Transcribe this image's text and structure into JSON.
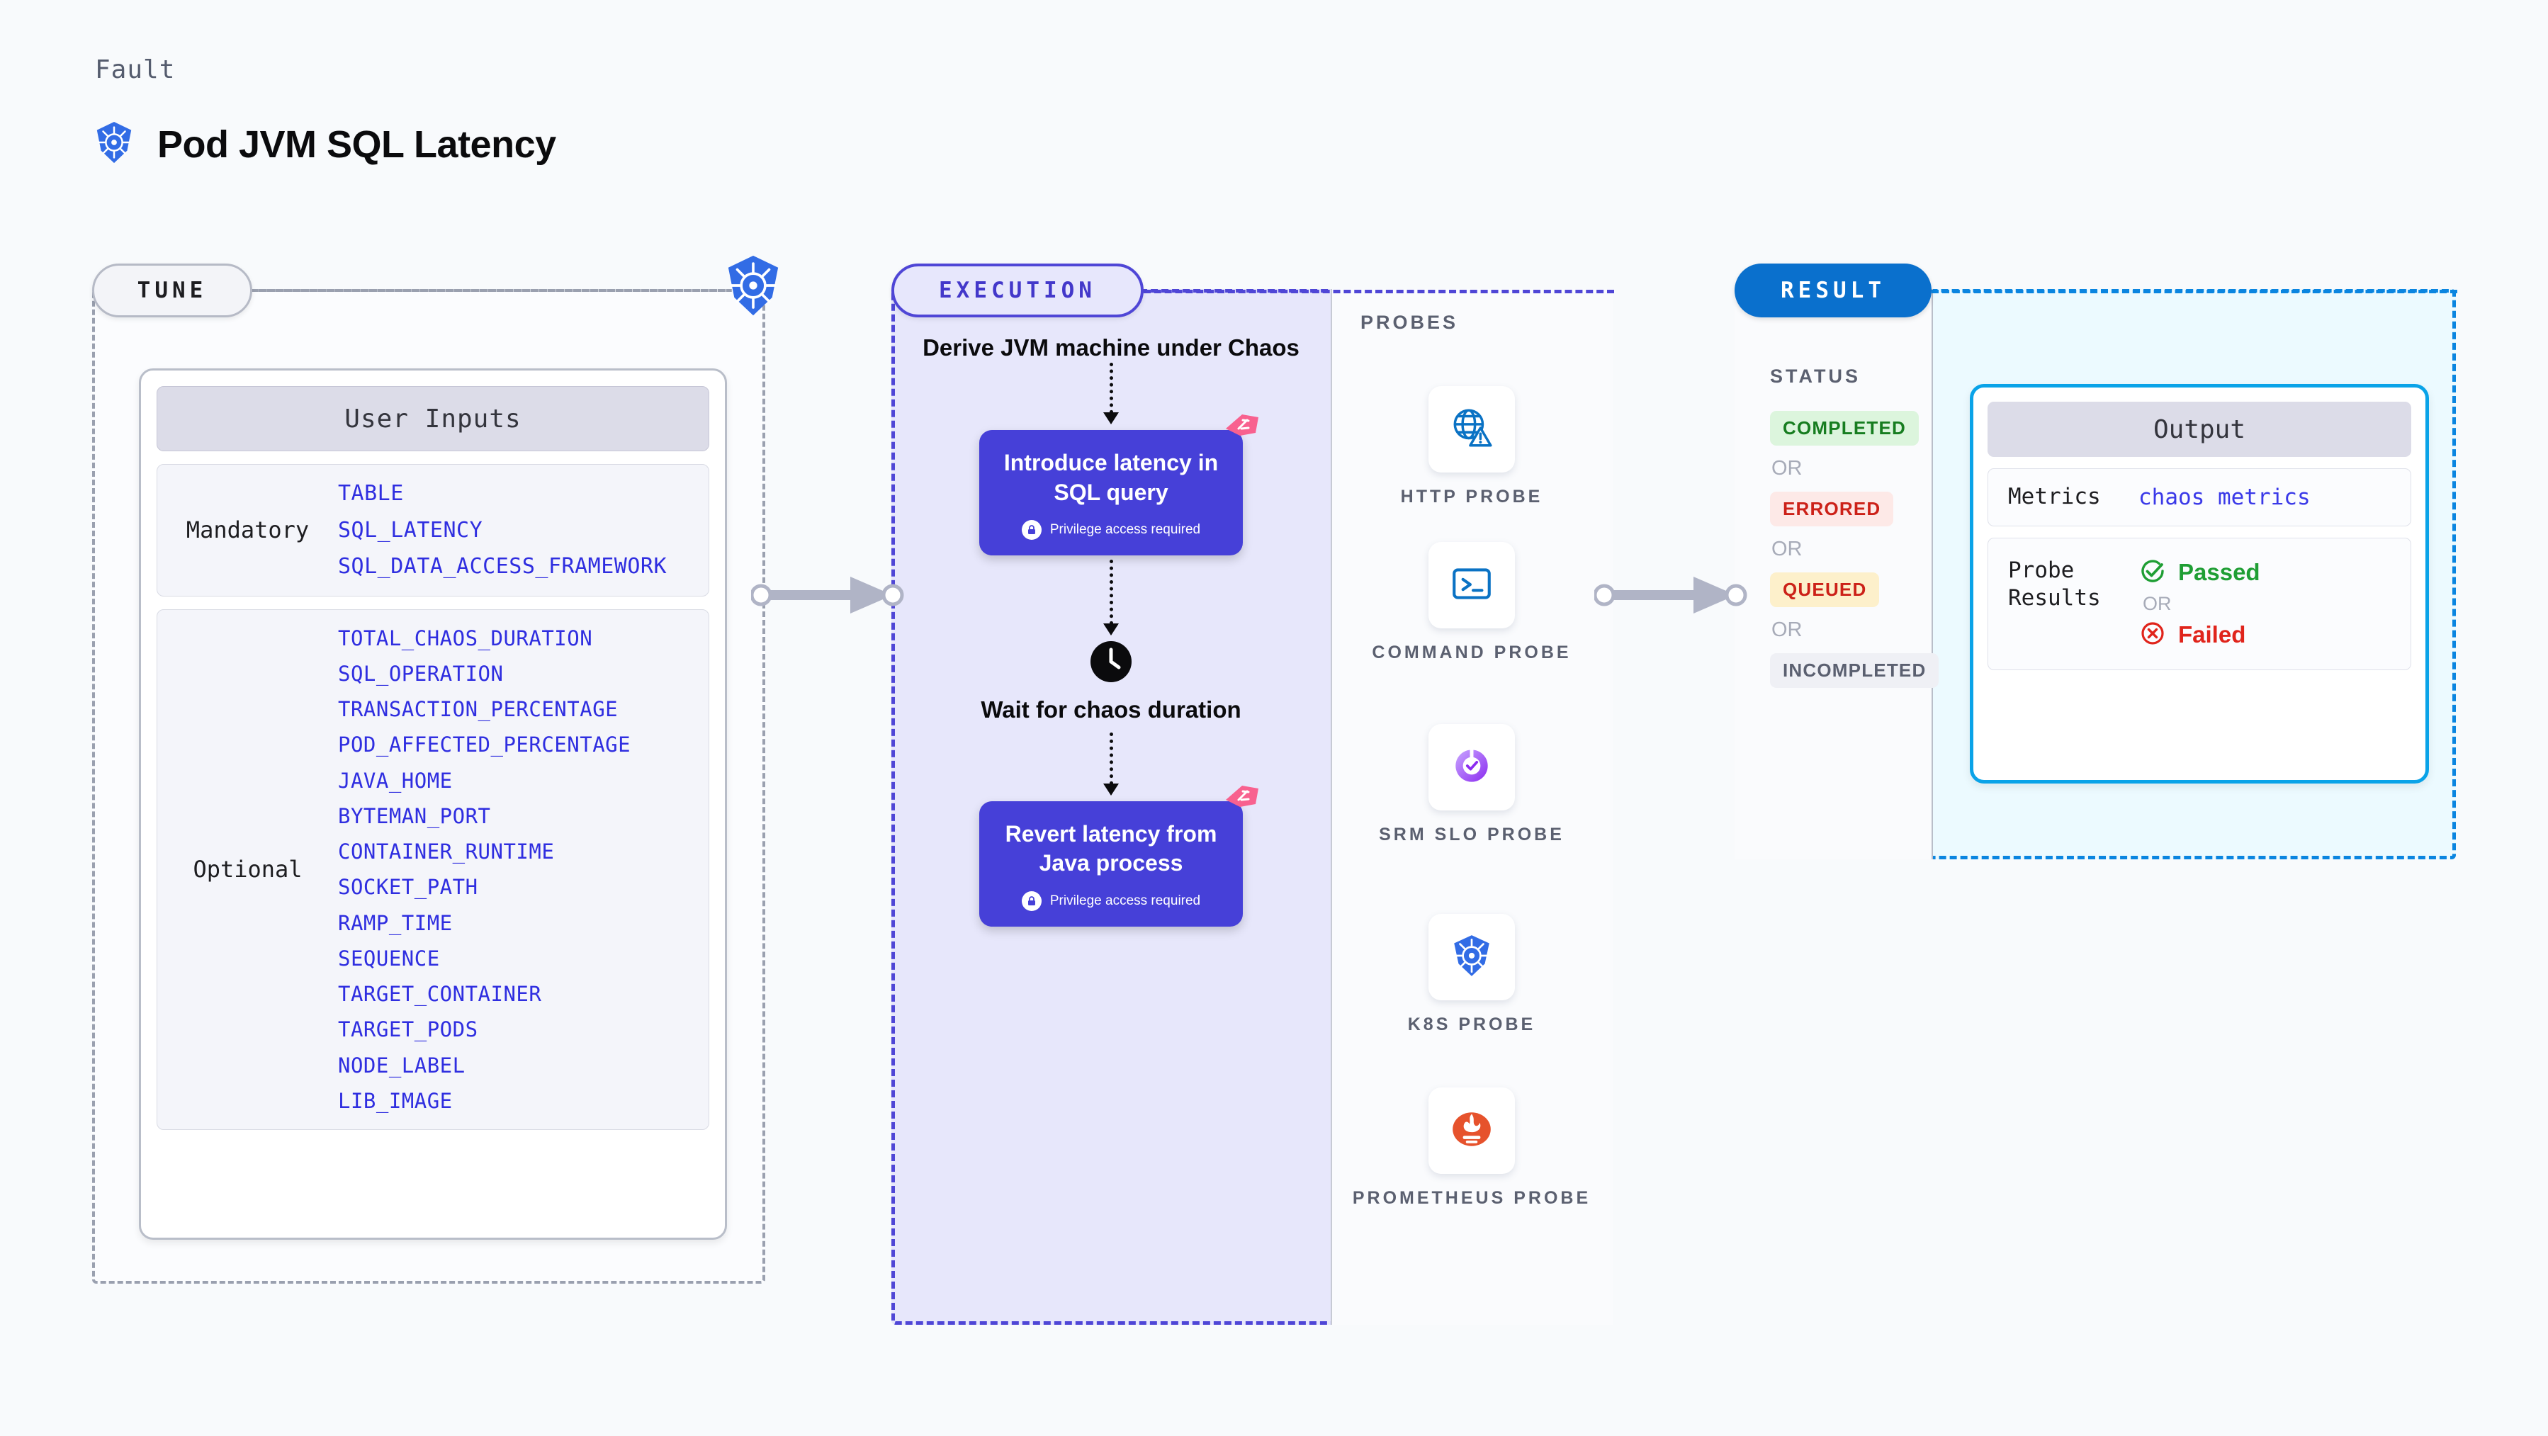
{
  "header": {
    "kicker": "Fault",
    "title": "Pod JVM SQL Latency",
    "icon": "kubernetes-icon"
  },
  "tune": {
    "tag": "TUNE",
    "card_title": "User Inputs",
    "groups": [
      {
        "label": "Mandatory",
        "params": [
          "TABLE",
          "SQL_LATENCY",
          "SQL_DATA_ACCESS_FRAMEWORK"
        ]
      },
      {
        "label": "Optional",
        "params": [
          "TOTAL_CHAOS_DURATION",
          "SQL_OPERATION",
          "TRANSACTION_PERCENTAGE",
          "POD_AFFECTED_PERCENTAGE",
          "JAVA_HOME",
          "BYTEMAN_PORT",
          "CONTAINER_RUNTIME",
          "SOCKET_PATH",
          "RAMP_TIME",
          "SEQUENCE",
          "TARGET_CONTAINER",
          "TARGET_PODS",
          "NODE_LABEL",
          "LIB_IMAGE"
        ]
      }
    ]
  },
  "execution": {
    "tag": "EXECUTION",
    "step_derive": "Derive JVM machine under Chaos",
    "step_introduce": "Introduce latency in SQL query",
    "step_wait": "Wait for chaos duration",
    "step_revert": "Revert latency from Java process",
    "privilege_note": "Privilege access required",
    "clock_icon": "clock-icon",
    "lock_icon": "lock-icon",
    "badge_icon": "harness-badge-icon"
  },
  "probes": {
    "label": "PROBES",
    "items": [
      {
        "name": "HTTP PROBE",
        "icon": "globe-warning-icon"
      },
      {
        "name": "COMMAND PROBE",
        "icon": "terminal-icon"
      },
      {
        "name": "SRM SLO PROBE",
        "icon": "srm-slo-icon"
      },
      {
        "name": "K8S PROBE",
        "icon": "kubernetes-icon"
      },
      {
        "name": "PROMETHEUS PROBE",
        "icon": "prometheus-icon"
      }
    ]
  },
  "result": {
    "tag": "RESULT",
    "status_label": "STATUS",
    "or_label": "OR",
    "statuses": [
      {
        "text": "COMPLETED",
        "fg": "#177d20",
        "bg": "#dcf5dd"
      },
      {
        "text": "ERRORED",
        "fg": "#cc2118",
        "bg": "#fde9e7"
      },
      {
        "text": "QUEUED",
        "fg": "#cc2118",
        "bg": "#fdf0cb"
      },
      {
        "text": "INCOMPLETED",
        "fg": "#5b6070",
        "bg": "#eff0f5"
      }
    ],
    "output": {
      "title": "Output",
      "metrics_key": "Metrics",
      "metrics_value": "chaos metrics",
      "probe_key": "Probe Results",
      "passed": "Passed",
      "failed": "Failed",
      "or_label": "OR",
      "pass_icon": "check-circle-icon",
      "fail_icon": "x-circle-icon"
    }
  },
  "colors": {
    "accent_indigo": "#4640d8",
    "accent_blue": "#0a70cd",
    "accent_cyan": "#0aa3e8",
    "param_blue": "#2f2ee0",
    "pink_badge": "#f8618f",
    "k8s_blue": "#326ce5",
    "prometheus_orange": "#e6522c"
  }
}
